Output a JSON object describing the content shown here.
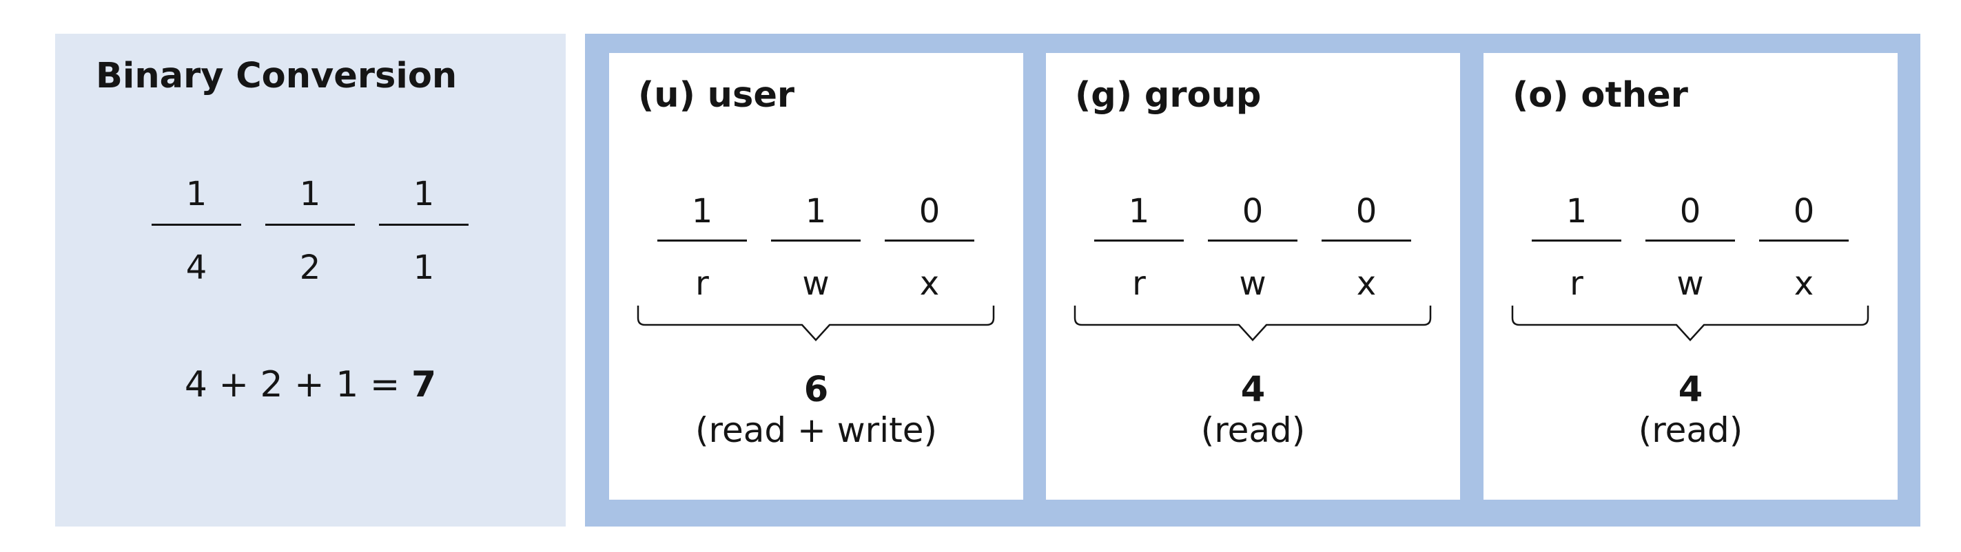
{
  "binary": {
    "title": "Binary Conversion",
    "bits": [
      "1",
      "1",
      "1"
    ],
    "weights": [
      "4",
      "2",
      "1"
    ],
    "sum_expression": "4 + 2 + 1 =",
    "sum_result": "7"
  },
  "permissions": [
    {
      "title": "(u) user",
      "bits": [
        "1",
        "1",
        "0"
      ],
      "letters": [
        "r",
        "w",
        "x"
      ],
      "value": "6",
      "description": "(read + write)"
    },
    {
      "title": "(g) group",
      "bits": [
        "1",
        "0",
        "0"
      ],
      "letters": [
        "r",
        "w",
        "x"
      ],
      "value": "4",
      "description": "(read)"
    },
    {
      "title": "(o) other",
      "bits": [
        "1",
        "0",
        "0"
      ],
      "letters": [
        "r",
        "w",
        "x"
      ],
      "value": "4",
      "description": "(read)"
    }
  ],
  "colors": {
    "left_panel_bg": "#dfe7f3",
    "right_panel_bg": "#a9c2e5",
    "text": "#151515"
  }
}
